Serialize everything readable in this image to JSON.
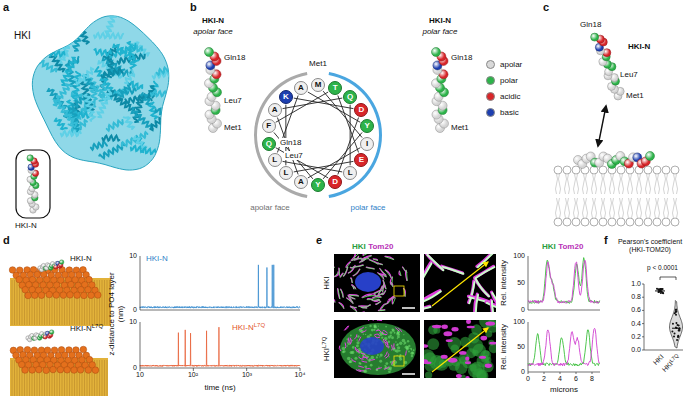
{
  "diagram": {
    "nodes": [
      {
        "text": [
          "M"
        ]
      },
      {
        "text": [
          "I"
        ]
      },
      {
        "text": [
          "A"
        ]
      },
      {
        "text": [
          "A"
        ]
      },
      {
        "text": [
          "Q"
        ]
      },
      {
        "text": [
          "L"
        ]
      },
      {
        "text": [
          "L"
        ]
      },
      {
        "text": [
          "A"
        ]
      },
      {
        "text": [
          "Y"
        ]
      },
      {
        "text": [
          "Y"
        ]
      },
      {
        "text": [
          "F"
        ]
      },
      {
        "text": [
          "T"
        ]
      },
      {
        "text": [
          "E"
        ]
      },
      {
        "text": [
          "L"
        ]
      },
      {
        "text": [
          "K"
        ]
      },
      {
        "text": [
          "D"
        ]
      },
      {
        "text": [
          "D"
        ]
      },
      {
        "text": [
          "Q"
        ]
      }
    ],
    "edges": [
      {
        "from": 0,
        "to": 1,
        "arrow": "none"
      },
      {
        "from": 1,
        "to": 2,
        "arrow": "none"
      },
      {
        "from": 2,
        "to": 3,
        "arrow": "none"
      },
      {
        "from": 3,
        "to": 4,
        "arrow": "none"
      },
      {
        "from": 4,
        "to": 5,
        "arrow": "none"
      },
      {
        "from": 5,
        "to": 6,
        "arrow": "none"
      },
      {
        "from": 6,
        "to": 7,
        "arrow": "none"
      },
      {
        "from": 7,
        "to": 8,
        "arrow": "none"
      },
      {
        "from": 8,
        "to": 9,
        "arrow": "none"
      },
      {
        "from": 9,
        "to": 10,
        "arrow": "none"
      },
      {
        "from": 10,
        "to": 11,
        "arrow": "none"
      },
      {
        "from": 11,
        "to": 12,
        "arrow": "none"
      },
      {
        "from": 12,
        "to": 13,
        "arrow": "none"
      },
      {
        "from": 13,
        "to": 14,
        "arrow": "none"
      },
      {
        "from": 14,
        "to": 15,
        "arrow": "none"
      },
      {
        "from": 15,
        "to": 16,
        "arrow": "none"
      },
      {
        "from": 16,
        "to": 17,
        "arrow": "none"
      }
    ],
    "labels": [
      "a",
      "HKI",
      "HKI-N",
      "b",
      "HKI-N",
      "apolar face",
      "Gln18",
      "Leu7",
      "Met1",
      "Met1",
      "Gln18",
      "Leu7",
      "apolar face",
      "polar face",
      "HKI-N",
      "polar face",
      "Gln18",
      "Met1",
      "c",
      "Gln18",
      "HKI-N",
      "Leu7",
      "Met1",
      "d",
      "HKI-N",
      "HKI-N",
      "L7Q",
      "z-distance to PO4 layer (nm)",
      "HKI-N",
      "HKI-N",
      "L7Q",
      "0",
      "10",
      "0",
      "10",
      "10",
      "10²",
      "10³",
      "10⁴",
      "time (ns)",
      "e",
      "HKI",
      "Tom20",
      "HKI",
      "HKI",
      "L7Q",
      "HKI",
      "Tom20",
      "Rel. intensity",
      "100",
      "50",
      "0",
      "Rel. intensity",
      "100",
      "50",
      "0",
      "0",
      "2",
      "4",
      "6",
      "8",
      "microns",
      "f",
      "Pearson's coefficient (HKI-TOM20)",
      "1.0",
      "0.8",
      "0.6",
      "0.4",
      "0.2",
      "0.0",
      "p < 0.0001",
      "HKI",
      "HKI",
      "L7Q"
    ],
    "legend": [
      {
        "text": "apolar",
        "color": "#d9d9d9"
      },
      {
        "text": "polar",
        "color": "#2db34a"
      },
      {
        "text": "acidic",
        "color": "#d8262a"
      },
      {
        "text": "basic",
        "color": "#1d3fb0"
      }
    ]
  }
}
